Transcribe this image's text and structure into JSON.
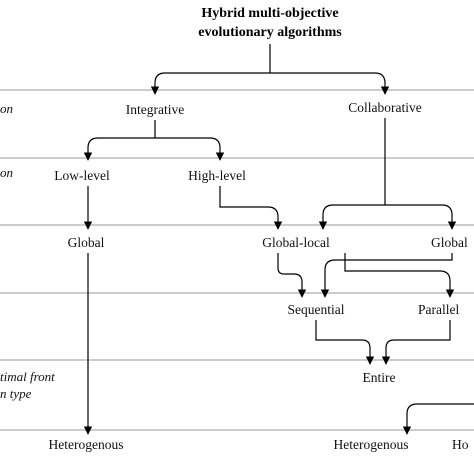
{
  "title": {
    "line1": "Hybrid multi-objective",
    "line2": "evolutionary algorithms"
  },
  "side_labels": {
    "row1": "on",
    "row2": "on",
    "row5_line1": "timal front",
    "row5_line2": "n type"
  },
  "nodes": {
    "integrative": "Integrative",
    "collaborative": "Collaborative",
    "low_level": "Low-level",
    "high_level": "High-level",
    "global_left": "Global",
    "global_local": "Global-local",
    "global_right": "Global",
    "sequential": "Sequential",
    "parallel": "Parallel",
    "entire": "Entire",
    "heterogenous_left": "Heterogenous",
    "heterogenous_right": "Heterogenous",
    "ho_partial": "Ho"
  }
}
